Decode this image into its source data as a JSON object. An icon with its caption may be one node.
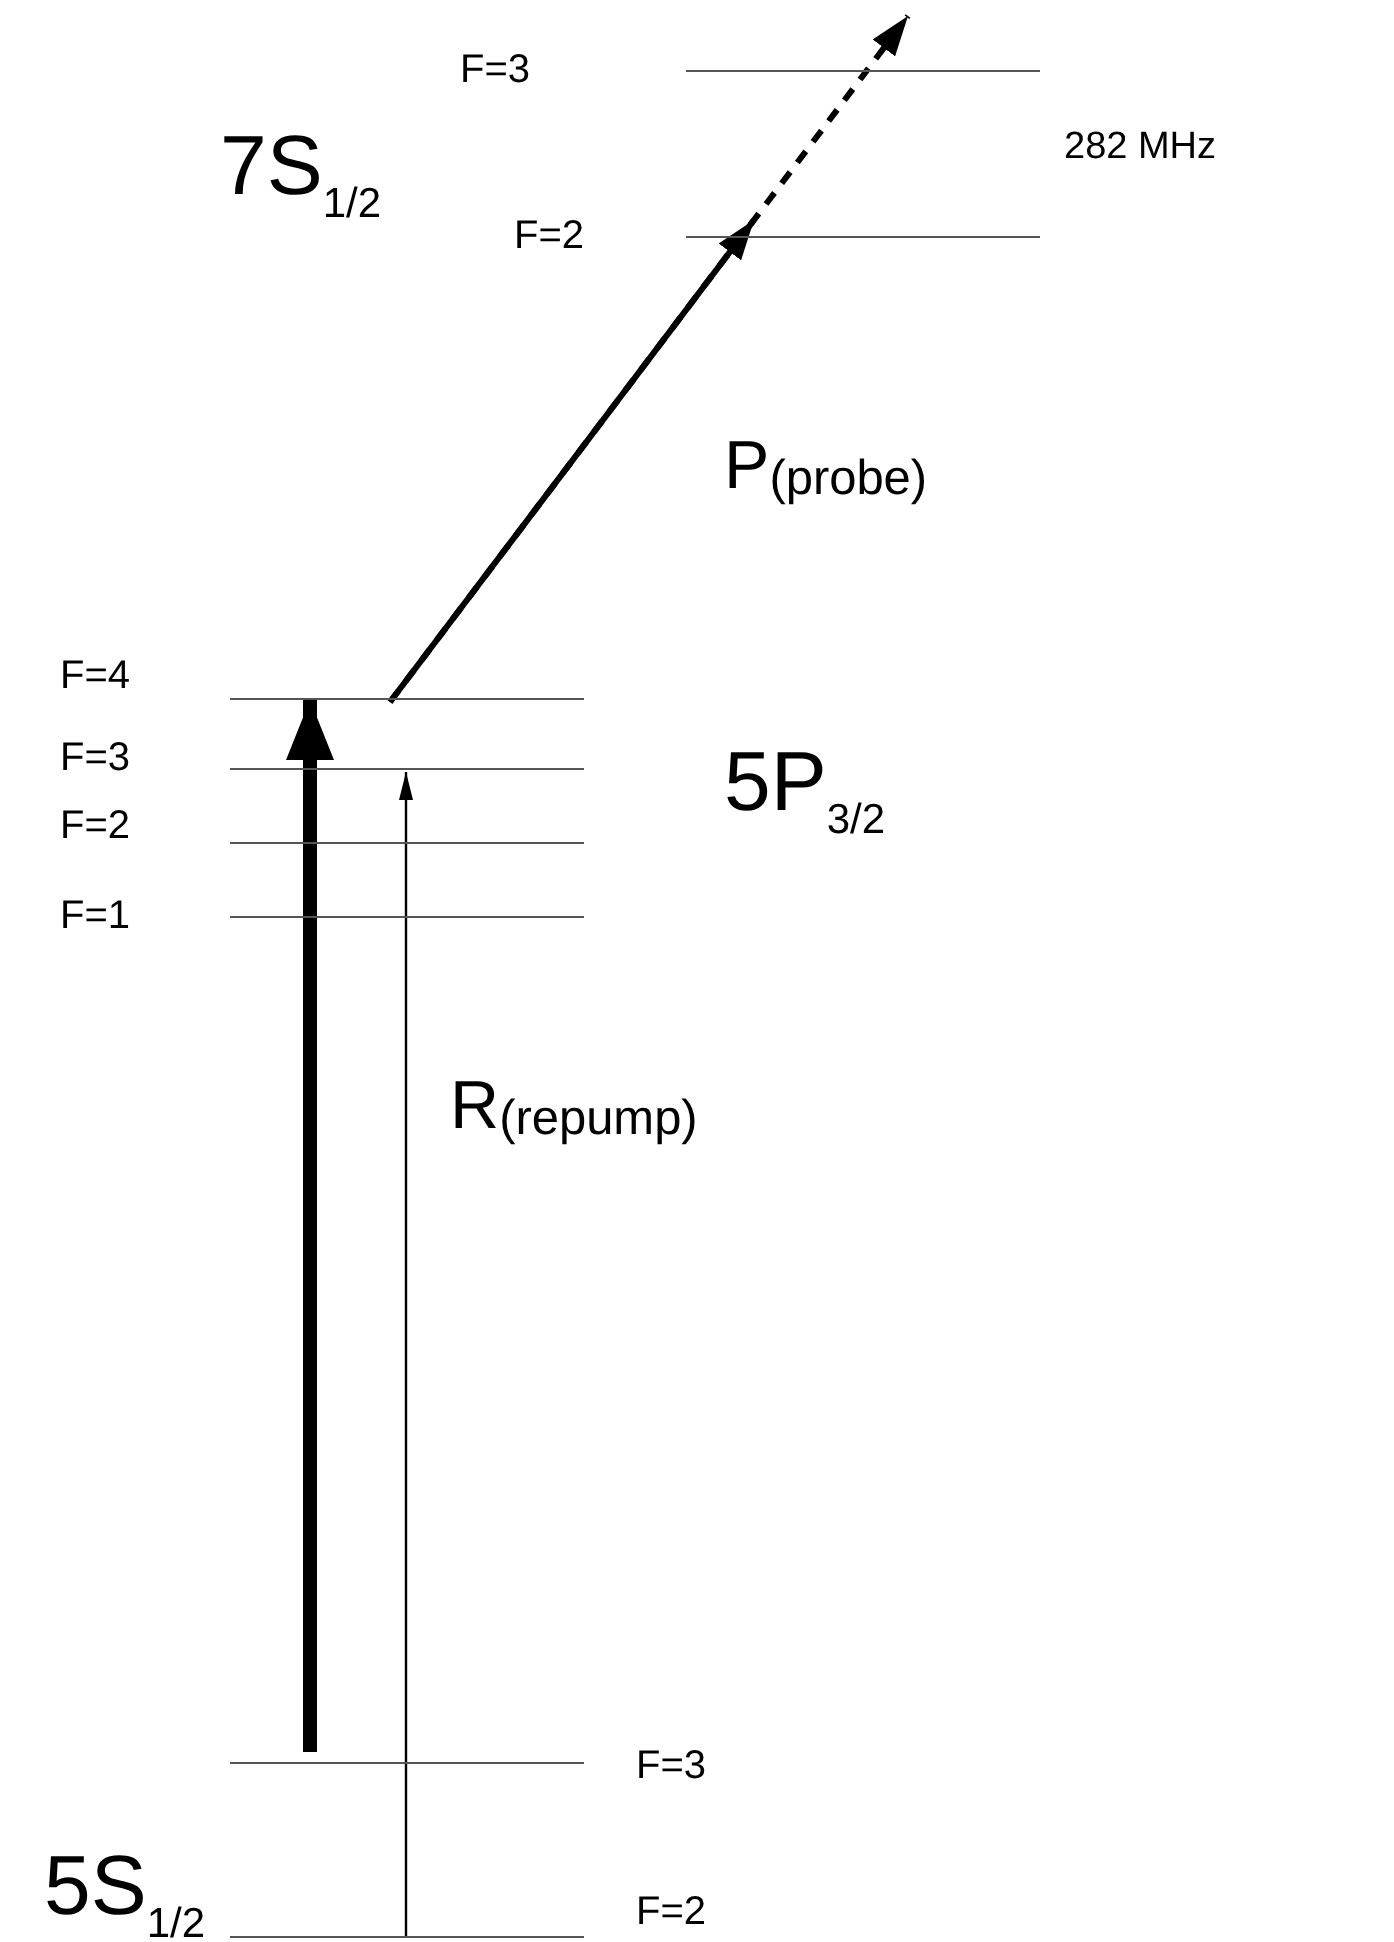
{
  "diagram": {
    "nodes": [
      {
        "text": [
          "F=3"
        ]
      },
      {
        "text": [
          "F=2"
        ]
      },
      {
        "text": [
          "F=4"
        ]
      },
      {
        "text": [
          "F=3"
        ]
      },
      {
        "text": [
          "F=2"
        ]
      },
      {
        "text": [
          "F=1"
        ]
      },
      {
        "text": [
          "F=3"
        ]
      },
      {
        "text": [
          "F=2"
        ]
      }
    ],
    "edges": [
      {
        "from": 6,
        "to": 2,
        "arrow": "to",
        "style": "thick"
      },
      {
        "from": 7,
        "to": 3,
        "arrow": "to"
      },
      {
        "from": 2,
        "to": 1,
        "arrow": "to"
      },
      {
        "from": 2,
        "to": 0,
        "arrow": "to",
        "style": "dashed"
      }
    ],
    "labels": [
      "7S$_{1/2}$",
      "282 MHz",
      "P$_{(probe)}$",
      "5P$_{3/2}$",
      "R$_{(repump)}$",
      "5S$_{1/2}$"
    ]
  }
}
